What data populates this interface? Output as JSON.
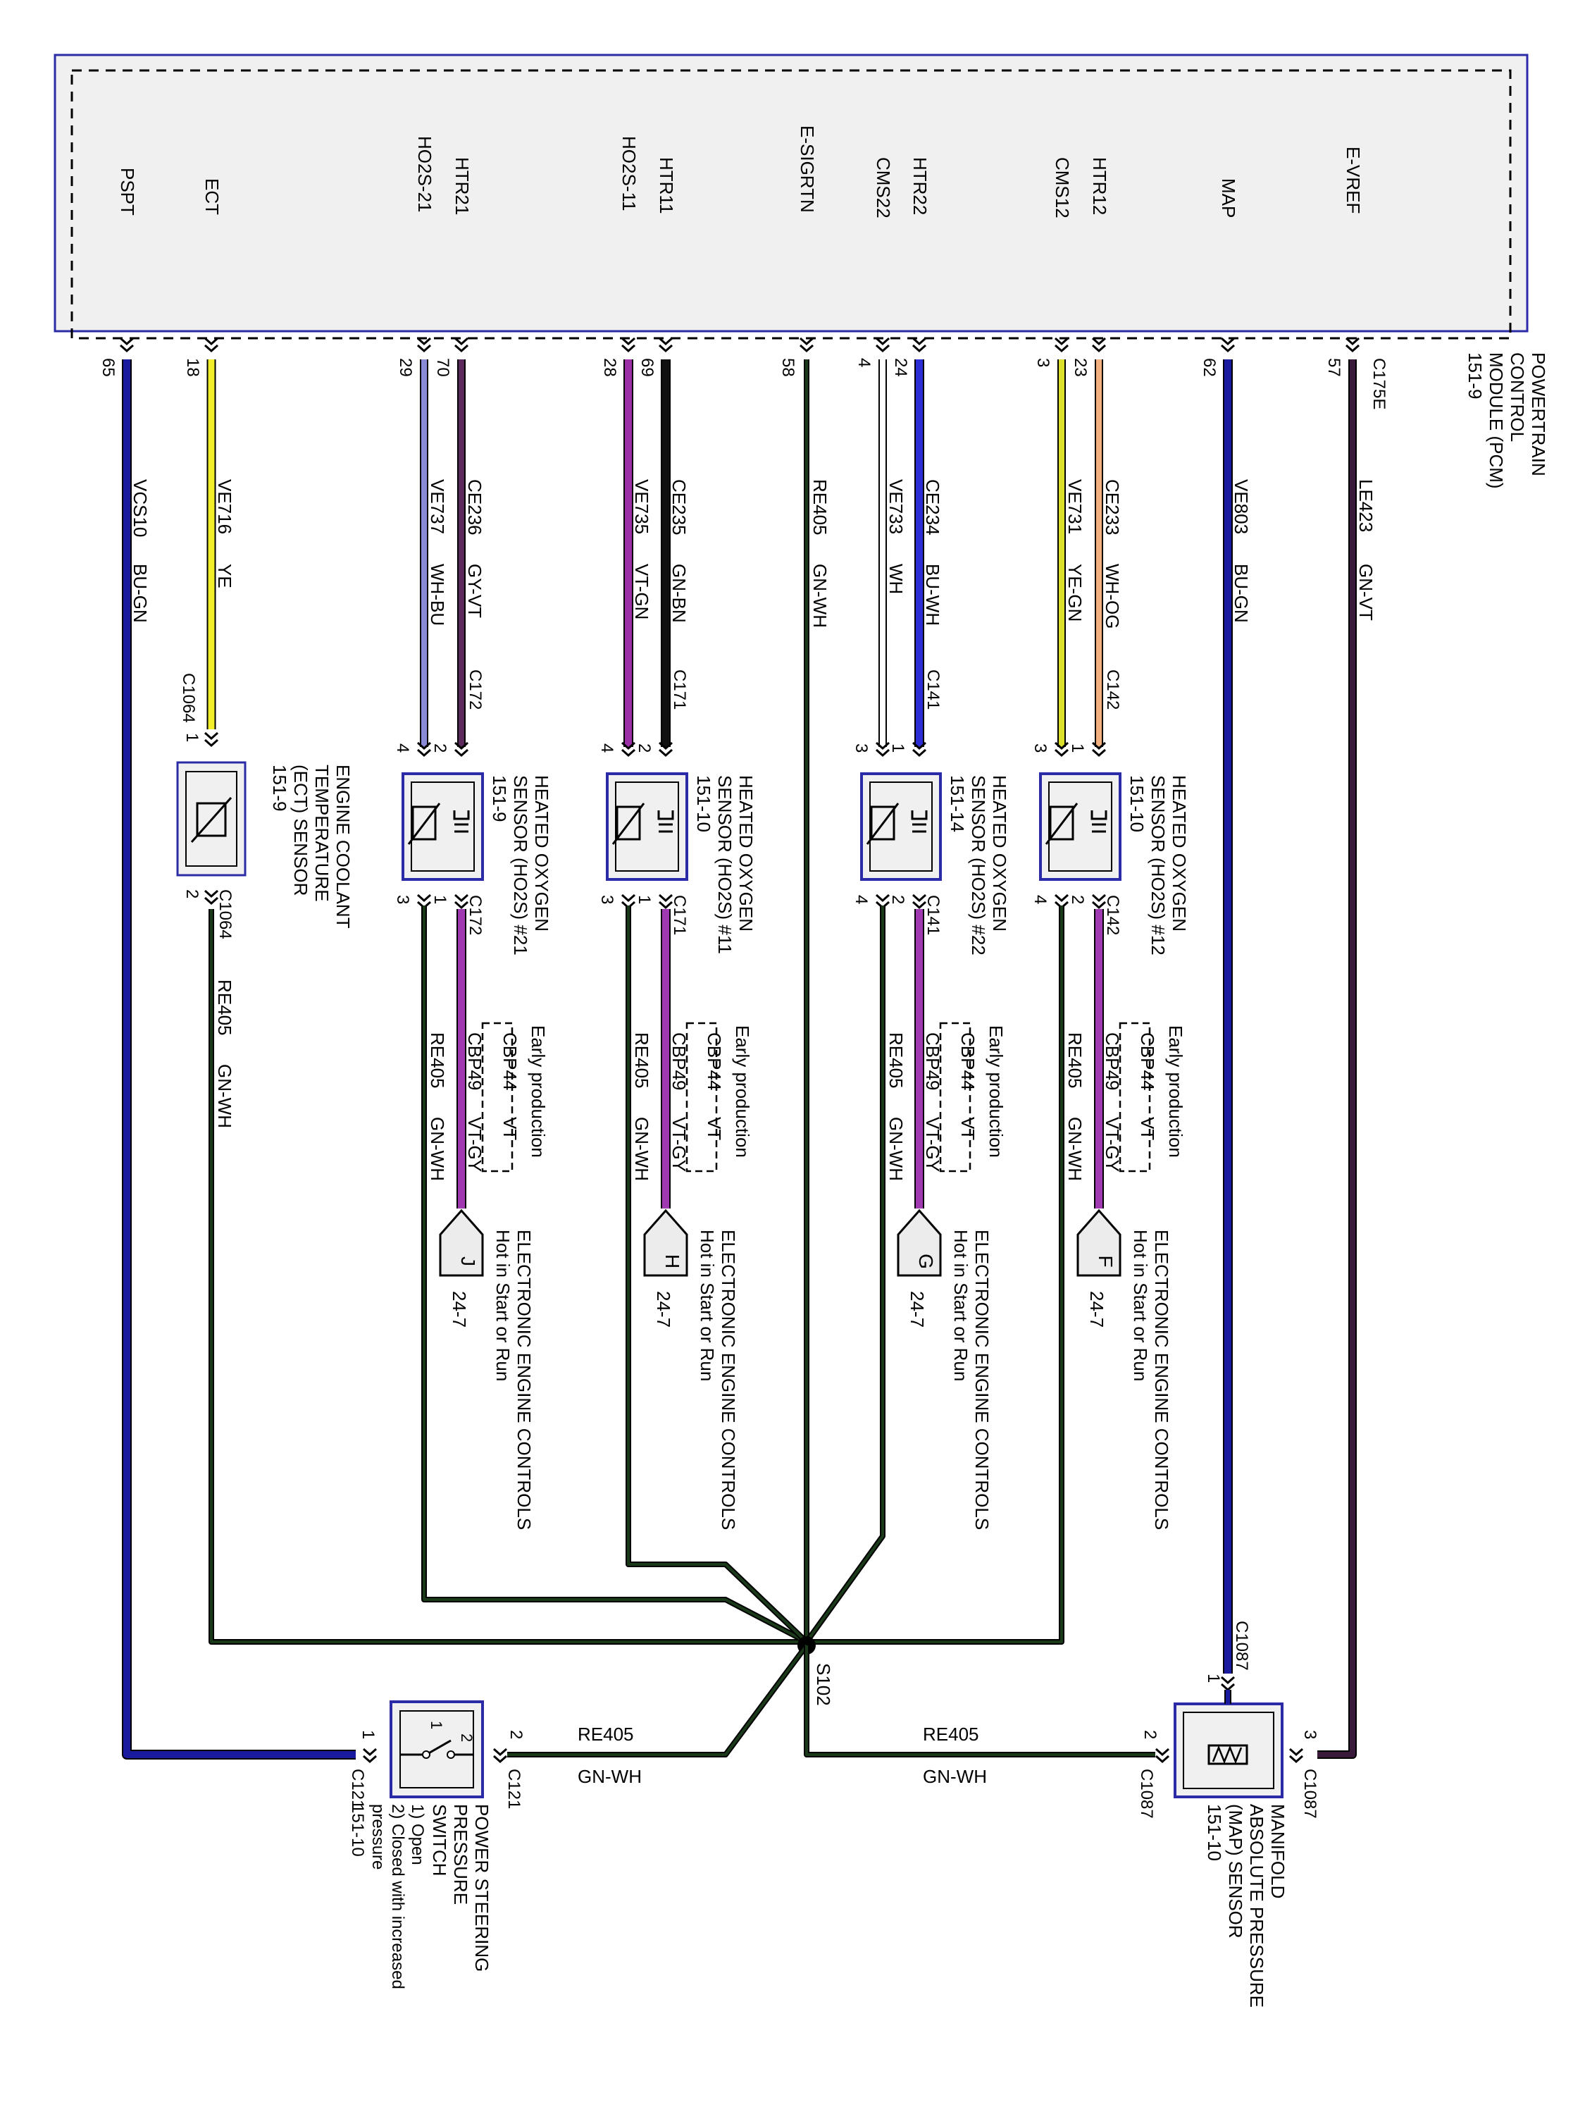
{
  "pcm": {
    "label": [
      "POWERTRAIN",
      "CONTROL",
      "MODULE (PCM)",
      "151-9"
    ],
    "connectors": {
      "main": "C175E"
    }
  },
  "colors": {
    "BU-GN": "#1a1a9e",
    "YE": "#f2ef2a",
    "WH-BU": "#8a8ad8",
    "GY-VT": "#5c2a5c",
    "VT-GN": "#9b2fa6",
    "GN-BN": "#111111",
    "GN-WH": "#1a3a1a",
    "WH": "#ffffff",
    "BU-WH": "#2d2dd6",
    "YE-GN": "#d9df2a",
    "WH-OG": "#f0b080",
    "GN-VT": "#3a1a3a",
    "VT-GY": "#a03ab0",
    "pcm_border": "#2b2ba8",
    "component_border": "#2b2ba8"
  },
  "circuits": [
    {
      "signal": "PSPT",
      "pin": "65",
      "circuit": "VCS10",
      "color": "BU-GN"
    },
    {
      "signal": "ECT",
      "pin": "18",
      "circuit": "VE716",
      "color": "YE"
    },
    {
      "signal": "HO2S-21",
      "pin": "29",
      "circuit": "VE737",
      "color": "WH-BU"
    },
    {
      "signal": "HTR21",
      "pin": "70",
      "circuit": "CE236",
      "color": "GY-VT"
    },
    {
      "signal": "HO2S-11",
      "pin": "28",
      "circuit": "VE735",
      "color": "VT-GN"
    },
    {
      "signal": "HTR11",
      "pin": "69",
      "circuit": "CE235",
      "color": "GN-BN"
    },
    {
      "signal": "E-SIGRTN",
      "pin": "58",
      "circuit": "RE405",
      "color": "GN-WH"
    },
    {
      "signal": "CMS22",
      "pin": "4",
      "circuit": "VE733",
      "color": "WH"
    },
    {
      "signal": "HTR22",
      "pin": "24",
      "circuit": "CE234",
      "color": "BU-WH"
    },
    {
      "signal": "CMS12",
      "pin": "3",
      "circuit": "VE731",
      "color": "YE-GN"
    },
    {
      "signal": "HTR12",
      "pin": "23",
      "circuit": "CE233",
      "color": "WH-OG"
    },
    {
      "signal": "MAP",
      "pin": "62",
      "circuit": "VE803",
      "color": "BU-GN"
    },
    {
      "signal": "E-VREF",
      "pin": "57",
      "circuit": "LE423",
      "color": "GN-VT"
    }
  ],
  "components": {
    "ect": {
      "label": [
        "ENGINE COOLANT",
        "TEMPERATURE",
        "(ECT) SENSOR",
        "151-9"
      ],
      "connector": "C1064",
      "pin_in": "1",
      "pin_out": "2",
      "return_circuit": "RE405",
      "return_color": "GN-WH"
    },
    "ho2s21": {
      "label": [
        "HEATED OXYGEN",
        "SENSOR (HO2S) #21",
        "151-9"
      ],
      "connector": "C172",
      "pins_top": [
        "4",
        "2"
      ],
      "pins_bottom": [
        "3",
        "1"
      ]
    },
    "ho2s11": {
      "label": [
        "HEATED OXYGEN",
        "SENSOR (HO2S) #11",
        "151-10"
      ],
      "connector": "C171",
      "pins_top": [
        "4",
        "2"
      ],
      "pins_bottom": [
        "3",
        "1"
      ]
    },
    "ho2s22": {
      "label": [
        "HEATED OXYGEN",
        "SENSOR (HO2S) #22",
        "151-14"
      ],
      "connector": "C141",
      "pins_top": [
        "3",
        "1"
      ],
      "pins_bottom": [
        "4",
        "2"
      ]
    },
    "ho2s12": {
      "label": [
        "HEATED OXYGEN",
        "SENSOR (HO2S) #12",
        "151-10"
      ],
      "connector": "C142",
      "pins_top": [
        "3",
        "1"
      ],
      "pins_bottom": [
        "4",
        "2"
      ]
    },
    "map": {
      "label": [
        "MANIFOLD",
        "ABSOLUTE PRESSURE",
        "(MAP) SENSOR",
        "151-10"
      ],
      "connector": "C1087",
      "pins": [
        "1",
        "2",
        "3"
      ]
    },
    "ps": {
      "label": [
        "POWER STEERING",
        "PRESSURE",
        "SWITCH",
        "1) Open",
        "2) Closed with increased",
        "pressure",
        "151-10"
      ],
      "connector": "C121",
      "pins": [
        "1",
        "2"
      ],
      "switch_pins": [
        "1",
        "2"
      ]
    }
  },
  "heater_feeds": [
    {
      "letter": "J",
      "circuit": "CBP49",
      "color": "VT-GY",
      "early": "CBP44",
      "early_color": "VT",
      "ret_circuit": "RE405",
      "ret_color": "GN-WH",
      "ref": "24-7"
    },
    {
      "letter": "H",
      "circuit": "CBP49",
      "color": "VT-GY",
      "early": "CBP44",
      "early_color": "VT",
      "ret_circuit": "RE405",
      "ret_color": "GN-WH",
      "ref": "24-7"
    },
    {
      "letter": "G",
      "circuit": "CBP49",
      "color": "VT-GY",
      "early": "CBP44",
      "early_color": "VT",
      "ret_circuit": "RE405",
      "ret_color": "GN-WH",
      "ref": "24-7"
    },
    {
      "letter": "F",
      "circuit": "CBP49",
      "color": "VT-GY",
      "early": "CBP44",
      "early_color": "VT",
      "ret_circuit": "RE405",
      "ret_color": "GN-WH",
      "ref": "24-7"
    }
  ],
  "feed_text": {
    "early": "Early production",
    "dest1": "ELECTRONIC ENGINE CONTROLS",
    "dest2": "Hot in Start or Run"
  },
  "splice": {
    "name": "S102",
    "circuit": "RE405",
    "color": "GN-WH"
  }
}
